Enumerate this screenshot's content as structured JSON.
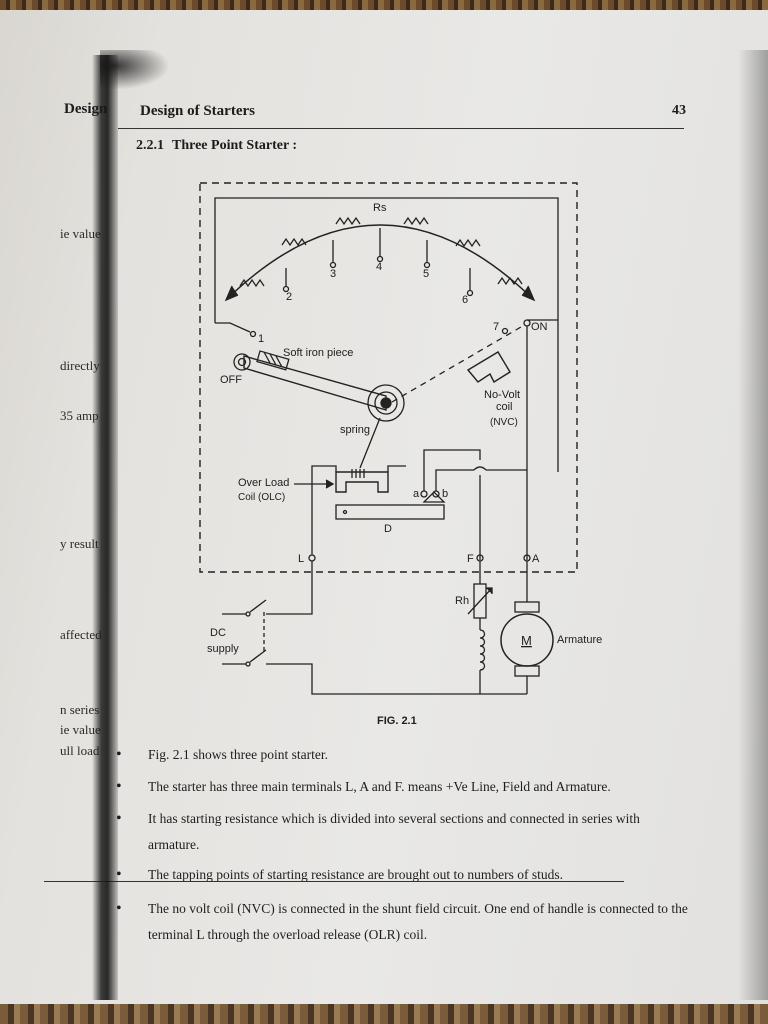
{
  "header": {
    "left_fragment": "Design",
    "title": "Design of Starters",
    "page_number": "43"
  },
  "section": {
    "number": "2.2.1",
    "title": "Three Point Starter :"
  },
  "margin_fragments": [
    "ie value",
    "directly",
    "35 amp",
    "y result",
    "affected",
    "n series",
    "ie value",
    "ull load"
  ],
  "figure": {
    "caption": "FIG. 2.1",
    "labels": {
      "rs": "Rs",
      "studs": [
        "1",
        "2",
        "3",
        "4",
        "5",
        "6",
        "7"
      ],
      "on": "ON",
      "off": "OFF",
      "soft_iron": "Soft iron piece",
      "spring": "spring",
      "nvc_line1": "No-Volt",
      "nvc_line2": "coil",
      "nvc_line3": "(NVC)",
      "olc_line1": "Over Load",
      "olc_line2": "Coil (OLC)",
      "a_contact": "a",
      "b_contact": "b",
      "d": "D",
      "l": "L",
      "f": "F",
      "a": "A",
      "rh": "Rh",
      "motor": "M",
      "armature": "Armature",
      "dc_line1": "DC",
      "dc_line2": "supply"
    }
  },
  "bullets": [
    "Fig. 2.1 shows three point starter.",
    "The starter has three main terminals L, A and F. means +Ve Line, Field and Armature.",
    "It has starting resistance which is divided into several sections and connected in series with armature.",
    "The tapping points of starting resistance are brought out to numbers of studs.",
    "The no volt coil (NVC) is connected in the shunt field circuit. One end of handle is connected to the terminal L through the overload release (OLR) coil."
  ]
}
